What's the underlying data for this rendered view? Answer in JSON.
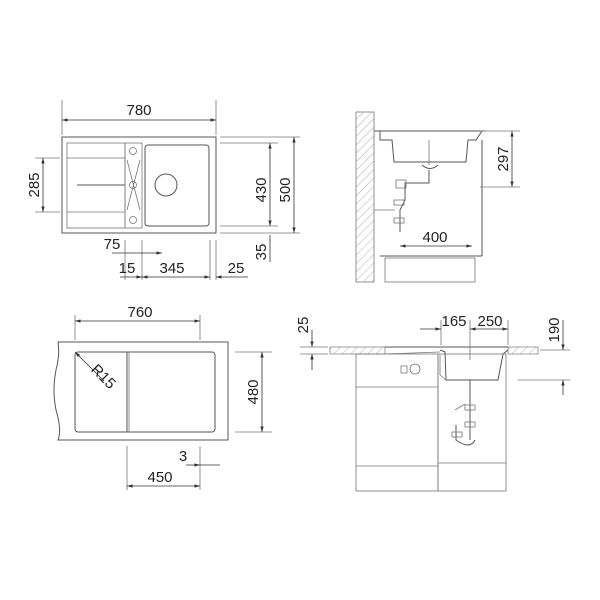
{
  "drawing": {
    "top_view": {
      "overall_width": "780",
      "overall_depth": "500",
      "bowl_depth": "430",
      "drainer_height": "285",
      "rear_offset": "35",
      "offset_75": "75",
      "offset_15": "15",
      "bowl_width": "345",
      "front_margin": "25"
    },
    "side_view": {
      "bowl_height": "297",
      "cabinet_depth": "400"
    },
    "cutout_view": {
      "cutout_width": "760",
      "cutout_depth": "480",
      "corner_radius": "R15",
      "min_cabinet": "450",
      "gap": "3"
    },
    "front_view": {
      "worktop_thickness": "25",
      "offset_165": "165",
      "offset_250": "250",
      "bowl_depth": "190"
    }
  }
}
